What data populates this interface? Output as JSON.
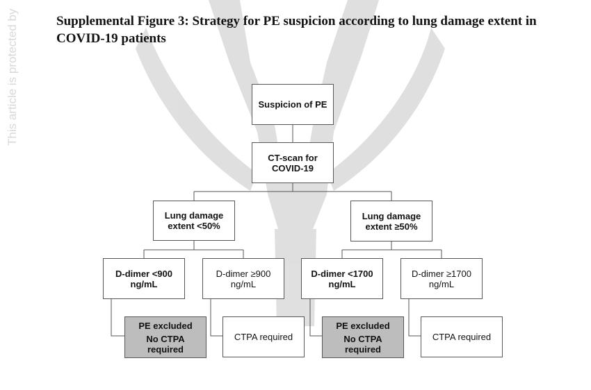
{
  "watermark": {
    "side_text": "This article is protected by"
  },
  "title": "Supplemental Figure 3: Strategy for PE suspicion according to lung damage extent in COVID-19 patients",
  "flowchart": {
    "root": {
      "line1": "Suspicion of PE"
    },
    "ct": {
      "line1": "CT-scan for",
      "line2": "COVID-19"
    },
    "left_branch": {
      "line1": "Lung damage",
      "line2": "extent <50%"
    },
    "right_branch": {
      "line1": "Lung damage",
      "line2": "extent ≥50%"
    },
    "ddimer_l1": {
      "line1": "D-dimer  <900",
      "line2": "ng/mL"
    },
    "ddimer_l2": {
      "line1": "D-dimer ≥900",
      "line2": "ng/mL"
    },
    "ddimer_r1": {
      "line1": "D-dimer <1700",
      "line2": "ng/mL"
    },
    "ddimer_r2": {
      "line1": "D-dimer ≥1700",
      "line2": "ng/mL"
    },
    "outcome_l1": {
      "line1": "PE excluded",
      "line2": "No CTPA",
      "line3": "required"
    },
    "outcome_l2": {
      "line1": "CTPA required"
    },
    "outcome_r1": {
      "line1": "PE excluded",
      "line2": "No CTPA",
      "line3": "required"
    },
    "outcome_r2": {
      "line1": "CTPA required"
    }
  },
  "colors": {
    "grey_box": "#bdbdbd",
    "line": "#555555",
    "watermark": "#dcdcdc"
  }
}
